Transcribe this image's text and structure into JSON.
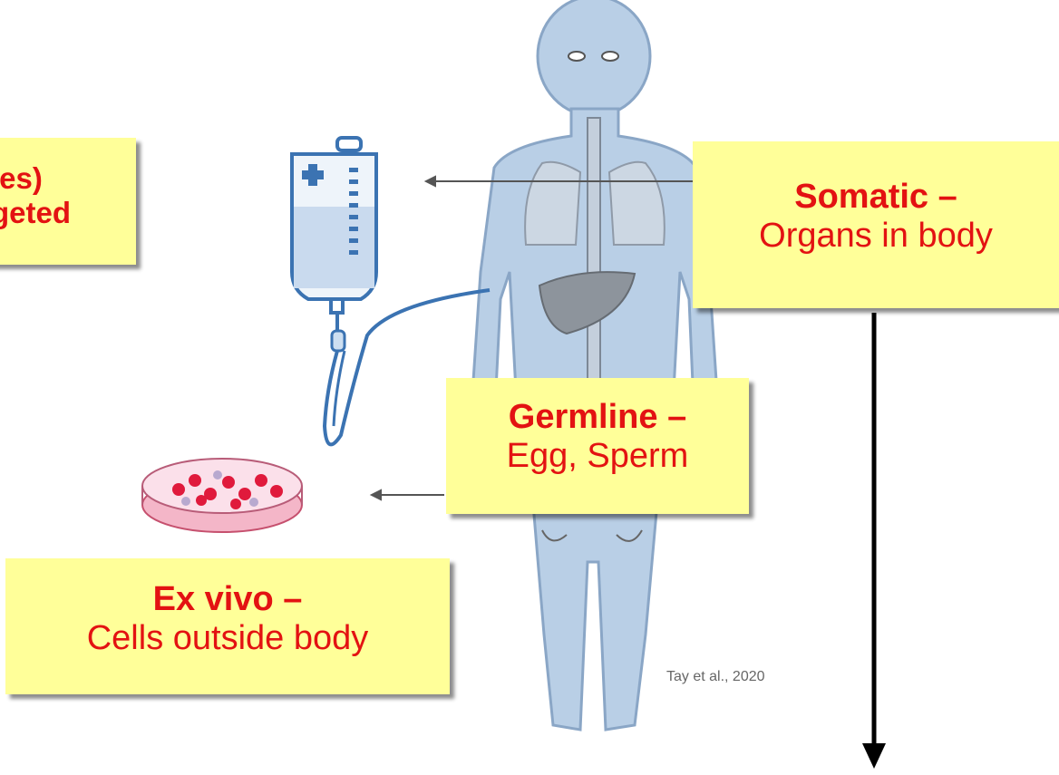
{
  "callouts": {
    "top_left": {
      "line1": "les)",
      "line2": "geted"
    },
    "somatic": {
      "title": "Somatic –",
      "desc": "Organs in body"
    },
    "germline": {
      "title": "Germline –",
      "desc": "Egg, Sperm"
    },
    "ex_vivo": {
      "title": "Ex vivo –",
      "desc": "Cells outside body"
    }
  },
  "citation": "Tay et al., 2020",
  "colors": {
    "callout_bg": "#ffff99",
    "callout_text": "#e31212",
    "body_fill": "#b9cfe6",
    "body_stroke": "#8aa6c6",
    "iv_stroke": "#3b73b2"
  }
}
